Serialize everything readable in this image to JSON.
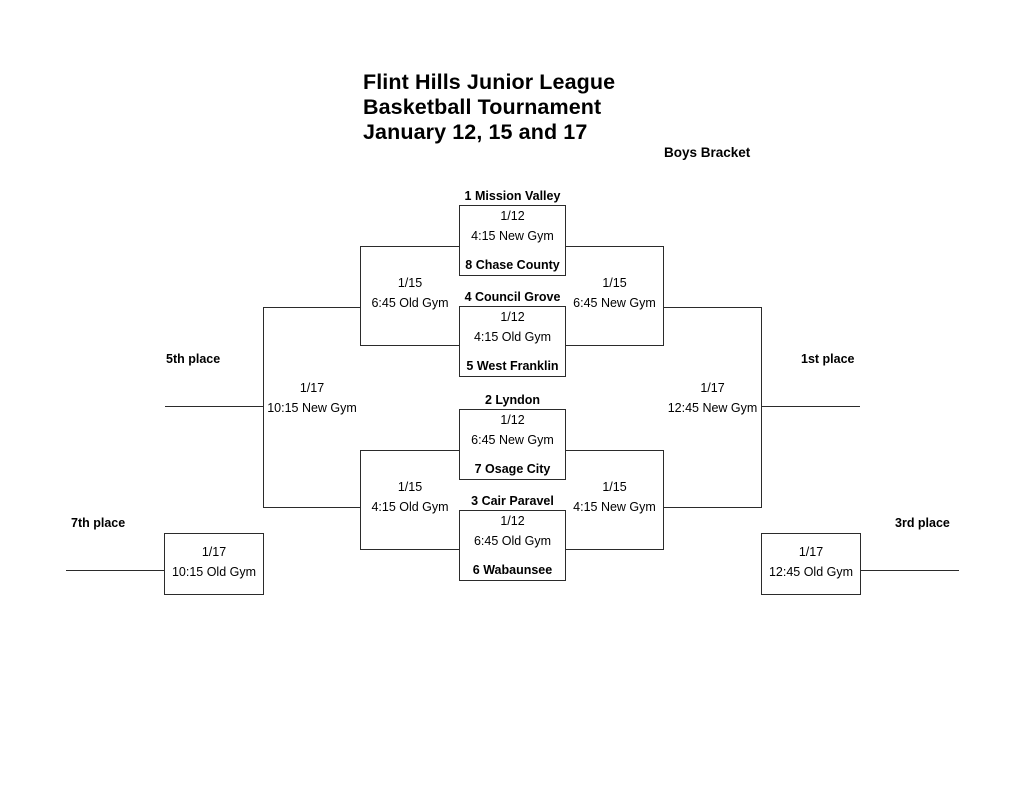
{
  "title": {
    "line1": "Flint Hills Junior League",
    "line2": "Basketball Tournament",
    "line3": "January 12, 15 and 17",
    "bracket_label": "Boys Bracket"
  },
  "place_labels": {
    "first": "1st place",
    "third": "3rd place",
    "fifth": "5th place",
    "seventh": "7th place"
  },
  "round1": [
    {
      "id": "game-1",
      "team_top": "1 Mission Valley",
      "team_bottom": "8 Chase County",
      "date": "1/12",
      "time": "4:15 New Gym"
    },
    {
      "id": "game-2",
      "team_top": "4 Council Grove",
      "team_bottom": "5 West Franklin",
      "date": "1/12",
      "time": "4:15 Old Gym"
    },
    {
      "id": "game-3",
      "team_top": "2 Lyndon",
      "team_bottom": "7 Osage City",
      "date": "1/12",
      "time": "6:45 New Gym"
    },
    {
      "id": "game-4",
      "team_top": "3 Cair Paravel",
      "team_bottom": "6 Wabaunsee",
      "date": "1/12",
      "time": "6:45 Old Gym"
    }
  ],
  "round2": {
    "upper_loser": {
      "date": "1/15",
      "time": "6:45 Old Gym"
    },
    "upper_winner": {
      "date": "1/15",
      "time": "6:45 New Gym"
    },
    "lower_loser": {
      "date": "1/15",
      "time": "4:15 Old Gym"
    },
    "lower_winner": {
      "date": "1/15",
      "time": "4:15 New Gym"
    }
  },
  "finals": {
    "championship": {
      "date": "1/17",
      "time": "12:45 New Gym"
    },
    "fifth_place": {
      "date": "1/17",
      "time": "10:15 New Gym"
    },
    "third_place": {
      "date": "1/17",
      "time": "12:45 Old Gym"
    },
    "seventh_place": {
      "date": "1/17",
      "time": "10:15 Old Gym"
    }
  },
  "colors": {
    "line": "#2b2b2b",
    "text": "#000000",
    "background": "#ffffff"
  }
}
